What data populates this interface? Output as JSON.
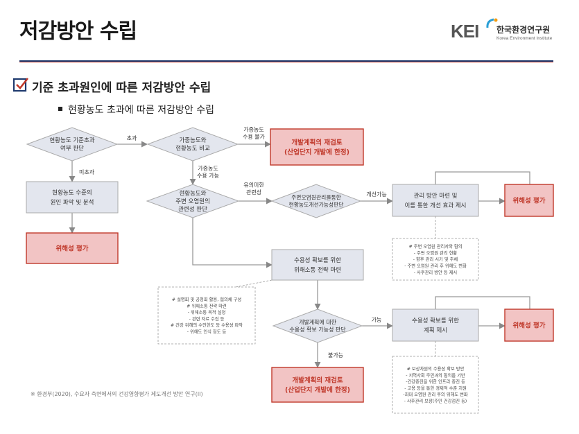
{
  "header": {
    "title": "저감방안 수립"
  },
  "logo": {
    "kei": "KEI",
    "korean": "한국환경연구원",
    "english": "Korea Environment Institute"
  },
  "section": {
    "title": "기준 초과원인에 따른 저감방안 수립",
    "subtitle": "현황농도 초과에 따른 저감방안 수립"
  },
  "diagram": {
    "d1": [
      "현황농도 기준초과",
      "여부 판단"
    ],
    "d2": [
      "가중농도와",
      "현황농도 비교"
    ],
    "d3": [
      "현황농도와",
      "주변 오염원의",
      "관련성 판단"
    ],
    "d4": [
      "주변오염원관리를통한",
      "현황농도개선가능성판단"
    ],
    "d5": [
      "개발계획에 대한",
      "수용성 확보 가능성 판단"
    ],
    "box_cause": [
      "현황농도 수준의",
      "원인 파악 및 분석"
    ],
    "box_review_top": [
      "개발계획의 재검토",
      "(산업단지 개발에 한정)"
    ],
    "box_review_bottom": [
      "개발계획의 재검토",
      "(산업단지 개발에 한정)"
    ],
    "box_risk_left": "위해성 평가",
    "box_risk_top": "위해성 평가",
    "box_risk_bottom": "위해성 평가",
    "box_manage": [
      "관리 방안 마련 및",
      "이를 통한 개선 효과 제시"
    ],
    "box_accept": [
      "수용성 확보를 위한",
      "위해소통 전략 마련"
    ],
    "box_plan": [
      "수용성 확보를 위한",
      "계획 제시"
    ],
    "labels": {
      "exceed": "초과",
      "not_exceed": "미초과",
      "weighted_no": [
        "가중농도",
        "수용 불가"
      ],
      "weighted_ok": [
        "가중농도",
        "수용 가능"
      ],
      "significant": [
        "유의미한",
        "관련성"
      ],
      "improvable": "개선가능",
      "possible": "가능",
      "impossible": "불가능"
    },
    "note1": [
      "# 주변 오염원 관리자와 협의",
      "- 주변 오염원 관리 현황",
      "- 향후 관리 시기 및 주체",
      "- 주변 오염원 관리 후 위해도 변화",
      "- 사후관리 방안 등 제시"
    ],
    "note2": [
      "# 설명회 및 공청회 활용, 협의체 구성",
      "# 위해소통 전략 마련",
      "- 위해소통 목적 설정",
      "- 관련 자료 수집 등",
      "# 건강 위해의 수인한도 등 수용성 파악",
      "- 위해도 인식 정도 등"
    ],
    "note3": [
      "# 보상차원의 수용성 확보 방안",
      "- 지역사회 주민과의 협의를 기반",
      "-건강증진을 위한 인프라 증진 등",
      "- 고용 등을 통한 경제적 수준 지원",
      "-최대 오염원 관리 후의 위해도 변화",
      "- 사후관리 보장(주민 건강검진 등)"
    ]
  },
  "footer": {
    "source": "※ 환경부(2020), 수요자 측면에서의 건강영향평가 제도개선 방안 연구(II)"
  },
  "colors": {
    "accent_red": "#c0392b",
    "navy": "#1f3a6e",
    "box_fill": "#e3e6ee",
    "red_fill": "#f2c4c4"
  }
}
